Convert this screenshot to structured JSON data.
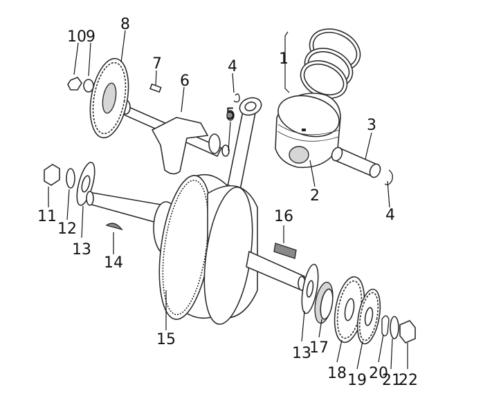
{
  "callouts": [
    {
      "id": "c1",
      "text": "1"
    },
    {
      "id": "c2",
      "text": "2"
    },
    {
      "id": "c3",
      "text": "3"
    },
    {
      "id": "c4a",
      "text": "4"
    },
    {
      "id": "c4b",
      "text": "4"
    },
    {
      "id": "c5",
      "text": "5"
    },
    {
      "id": "c6",
      "text": "6"
    },
    {
      "id": "c7",
      "text": "7"
    },
    {
      "id": "c8",
      "text": "8"
    },
    {
      "id": "c9",
      "text": "9"
    },
    {
      "id": "c10",
      "text": "10"
    },
    {
      "id": "c11",
      "text": "11"
    },
    {
      "id": "c12",
      "text": "12"
    },
    {
      "id": "c13a",
      "text": "13"
    },
    {
      "id": "c13b",
      "text": "13"
    },
    {
      "id": "c14",
      "text": "14"
    },
    {
      "id": "c15",
      "text": "15"
    },
    {
      "id": "c16",
      "text": "16"
    },
    {
      "id": "c17",
      "text": "17"
    },
    {
      "id": "c18",
      "text": "18"
    },
    {
      "id": "c19",
      "text": "19"
    },
    {
      "id": "c20",
      "text": "20"
    },
    {
      "id": "c21",
      "text": "21"
    },
    {
      "id": "c22",
      "text": "22"
    }
  ]
}
